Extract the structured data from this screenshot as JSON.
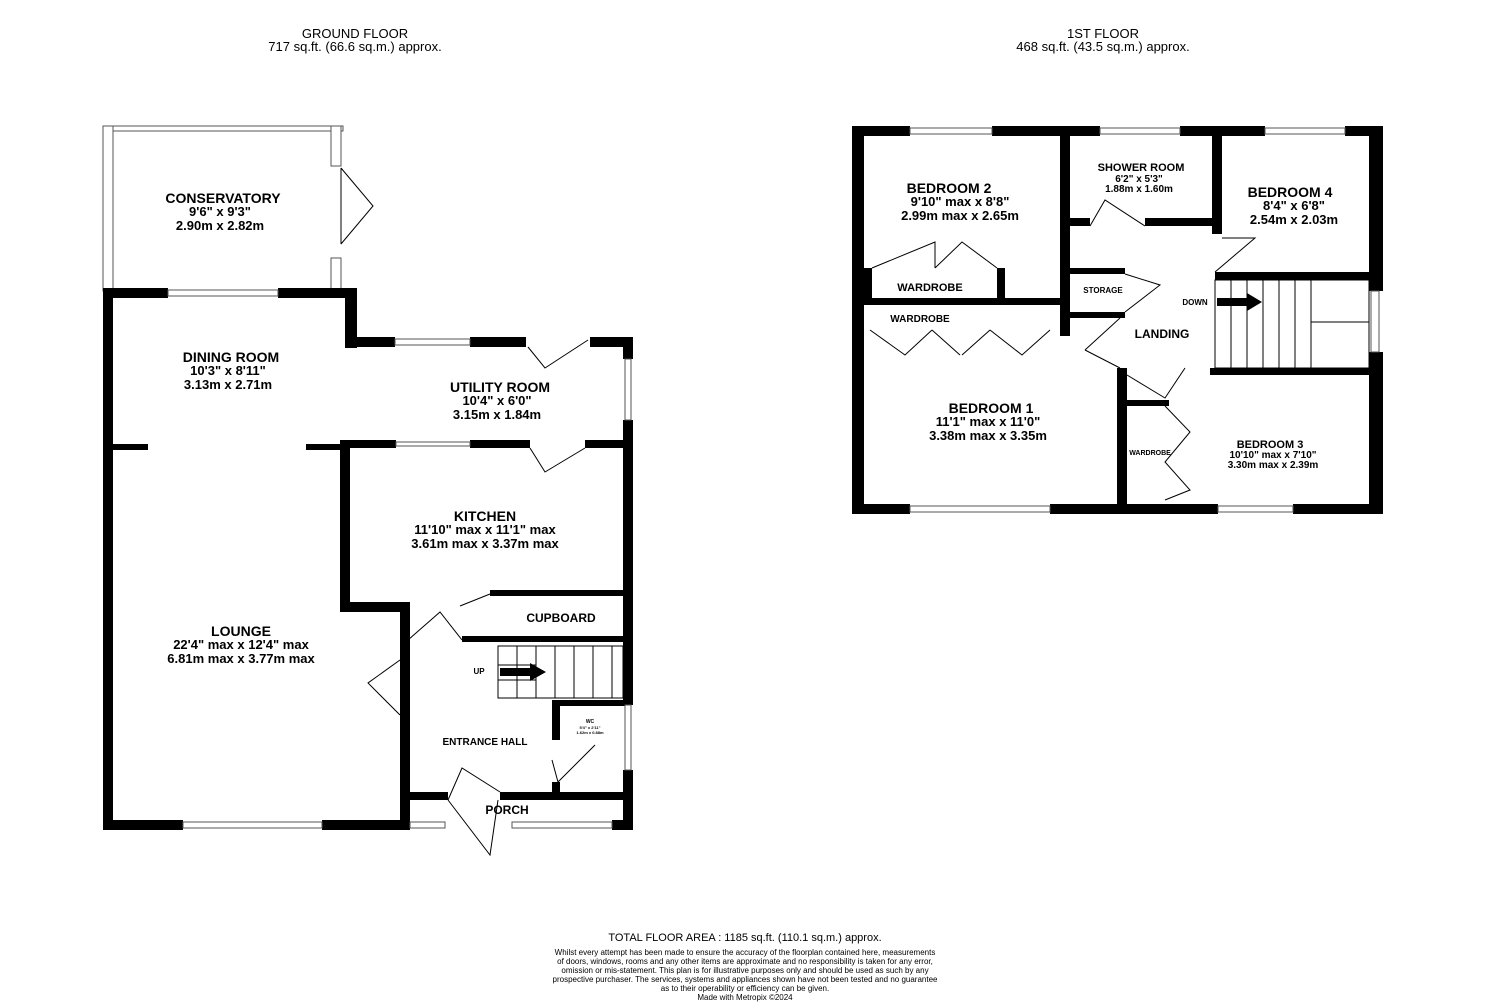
{
  "ground_floor": {
    "title": "GROUND FLOOR",
    "area": "717 sq.ft. (66.6 sq.m.) approx.",
    "rooms": {
      "conservatory": {
        "name": "CONSERVATORY",
        "imperial": "9'6\" x 9'3\"",
        "metric": "2.90m x 2.82m"
      },
      "dining": {
        "name": "DINING ROOM",
        "imperial": "10'3\" x 8'11\"",
        "metric": "3.13m x 2.71m"
      },
      "utility": {
        "name": "UTILITY ROOM",
        "imperial": "10'4\" x 6'0\"",
        "metric": "3.15m x 1.84m"
      },
      "kitchen": {
        "name": "KITCHEN",
        "imperial": "11'10\" max x 11'1\" max",
        "metric": "3.61m max x 3.37m max"
      },
      "lounge": {
        "name": "LOUNGE",
        "imperial": "22'4\" max x 12'4\" max",
        "metric": "6.81m max x 3.77m max"
      },
      "cupboard": {
        "name": "CUPBOARD"
      },
      "entrance": {
        "name": "ENTRANCE HALL"
      },
      "porch": {
        "name": "PORCH"
      },
      "wc": {
        "name": "WC",
        "imperial": "5'4\" x 2'11\"",
        "metric": "1.62m x 0.88m"
      },
      "up": "UP"
    }
  },
  "first_floor": {
    "title": "1ST FLOOR",
    "area": "468 sq.ft. (43.5 sq.m.) approx.",
    "rooms": {
      "bedroom2": {
        "name": "BEDROOM 2",
        "imperial": "9'10\" max x 8'8\"",
        "metric": "2.99m max x 2.65m"
      },
      "shower": {
        "name": "SHOWER ROOM",
        "imperial": "6'2\" x 5'3\"",
        "metric": "1.88m x 1.60m"
      },
      "bedroom4": {
        "name": "BEDROOM 4",
        "imperial": "8'4\" x 6'8\"",
        "metric": "2.54m x 2.03m"
      },
      "bedroom1": {
        "name": "BEDROOM 1",
        "imperial": "11'1\" max x 11'0\"",
        "metric": "3.38m max x 3.35m"
      },
      "bedroom3": {
        "name": "BEDROOM 3",
        "imperial": "10'10\" max x 7'10\"",
        "metric": "3.30m max x 2.39m"
      },
      "wardrobe": "WARDROBE",
      "storage": "STORAGE",
      "landing": "LANDING",
      "down": "DOWN"
    }
  },
  "footer": {
    "total": "TOTAL FLOOR AREA : 1185 sq.ft. (110.1 sq.m.) approx.",
    "disclaimer": [
      "Whilst every attempt has been made to ensure the accuracy of the floorplan contained here, measurements",
      "of doors, windows, rooms and any other items are approximate and no responsibility is taken for any error,",
      "omission or mis-statement. This plan is for illustrative purposes only and should be used as such by any",
      "prospective purchaser. The services, systems and appliances shown have not been tested and no guarantee",
      "as to their operability or efficiency can be given.",
      "Made with Metropix ©2024"
    ]
  },
  "colors": {
    "wall": "#000000",
    "window": "#ffffff",
    "window_line": "#555555",
    "background": "#ffffff"
  }
}
